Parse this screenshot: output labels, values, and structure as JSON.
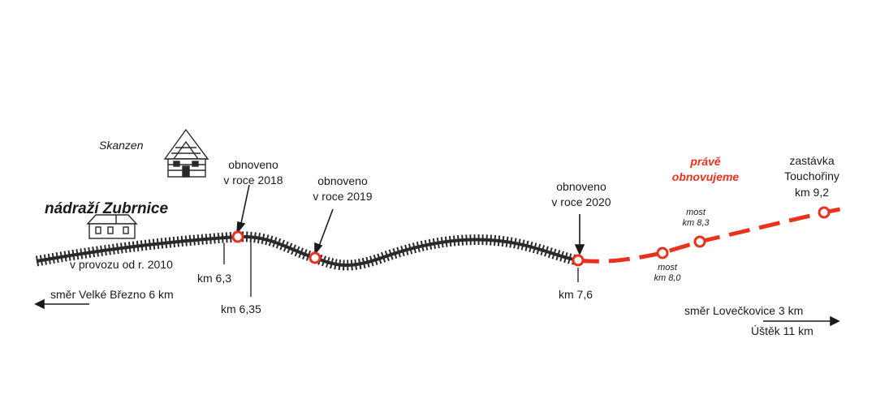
{
  "colors": {
    "track": "#2a2a2a",
    "accent": "#e8321e",
    "text": "#1a1a1a",
    "background": "#ffffff"
  },
  "icons": {
    "skanzen": "wooden-cottage-icon",
    "station": "station-building-icon",
    "stop": "open-circle-station-marker",
    "direction": "arrow-icon"
  },
  "labels": {
    "skanzen": "Skanzen",
    "station_name": "nádraží Zubrnice",
    "in_operation": "v provozu od r. 2010",
    "direction_west": "směr Velké Březno 6 km",
    "km_6_3": "km 6,3",
    "km_6_35": "km 6,35",
    "restored_2018_a": "obnoveno",
    "restored_2018_b": "v roce 2018",
    "restored_2019_a": "obnoveno",
    "restored_2019_b": "v roce 2019",
    "restored_2020_a": "obnoveno",
    "restored_2020_b": "v roce 2020",
    "km_7_6": "km 7,6",
    "now_a": "právě",
    "now_b": "obnovujeme",
    "bridge_8_3_a": "most",
    "bridge_8_3_b": "km 8,3",
    "bridge_8_0_a": "most",
    "bridge_8_0_b": "km 8,0",
    "stop_a": "zastávka",
    "stop_b": "Touchořiny",
    "stop_c": "km 9,2",
    "direction_east_a": "směr Lovečkovice 3 km",
    "direction_east_b": "Úštěk 11 km"
  }
}
